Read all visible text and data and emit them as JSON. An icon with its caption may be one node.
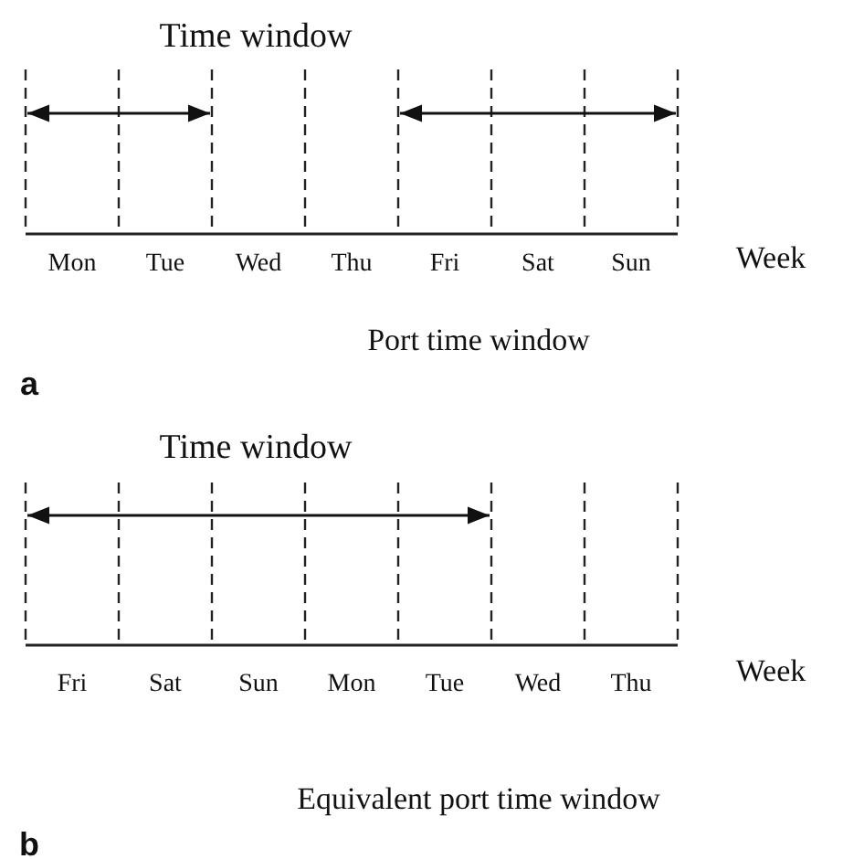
{
  "diagram": {
    "labels": [
      "Time window",
      "Mon",
      "Tue",
      "Wed",
      "Thu",
      "Fri",
      "Sat",
      "Sun",
      "Week",
      "Port time window",
      "a",
      "Time window",
      "Fri",
      "Sat",
      "Sun",
      "Mon",
      "Tue",
      "Wed",
      "Thu",
      "Week",
      "Equivalent port time window",
      "b"
    ]
  }
}
